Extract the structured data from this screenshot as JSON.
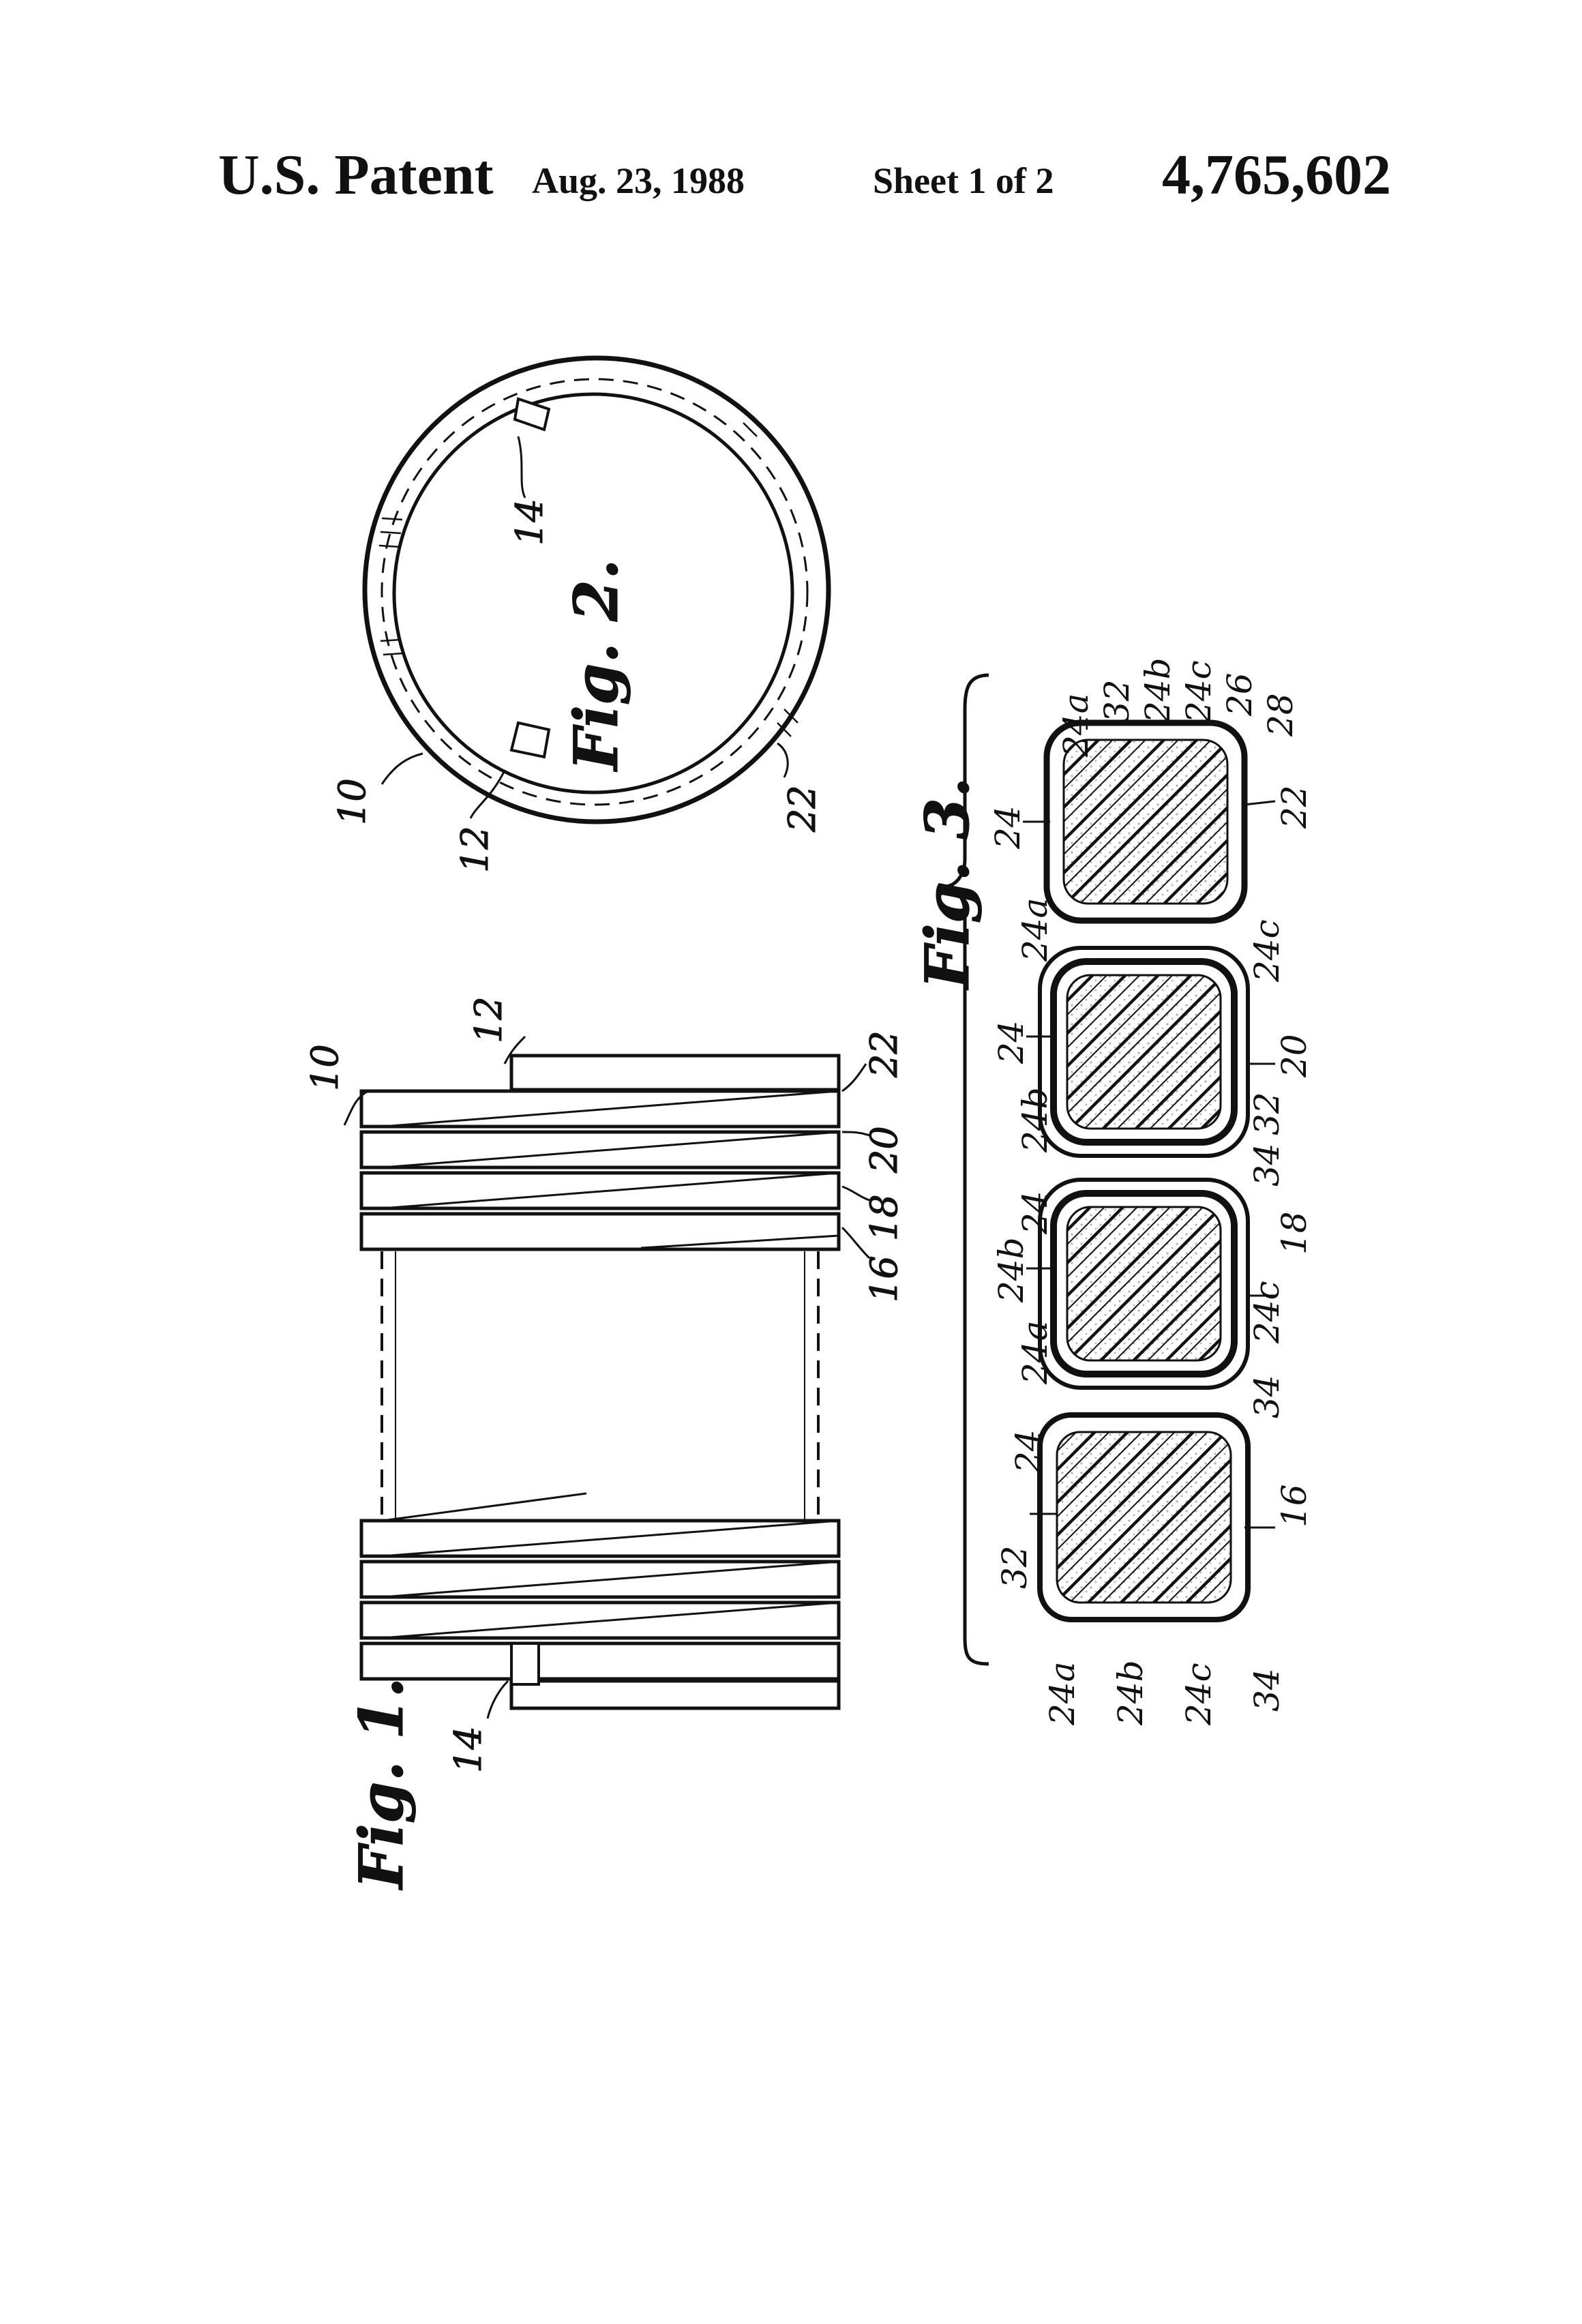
{
  "header": {
    "patent": "U.S. Patent",
    "date": "Aug. 23, 1988",
    "sheet": "Sheet 1 of 2",
    "number": "4,765,602"
  },
  "figures": {
    "fig1": {
      "title": "Fig. 1.",
      "labels": {
        "assembly": "10",
        "upper_end": "12",
        "lower_end": "14",
        "ring_16": "16",
        "ring_18": "18",
        "ring_20": "20",
        "ring_22": "22"
      }
    },
    "fig2": {
      "title": "Fig. 2.",
      "labels": {
        "assembly": "10",
        "end_12": "12",
        "end_14": "14",
        "ring_22": "22"
      }
    },
    "fig3": {
      "title": "Fig. 3.",
      "section_16": {
        "ring": "16",
        "core": "24",
        "tape": "32",
        "layer_a": "24a",
        "layer_b": "24b",
        "layer_c": "24c",
        "jacket": "34"
      },
      "section_18": {
        "ring": "18",
        "core": "24",
        "layer_a": "24a",
        "layer_b": "24b",
        "layer_c": "24c",
        "jacket": "34"
      },
      "section_20": {
        "ring": "20",
        "core": "24",
        "layer_a": "24a",
        "layer_b": "24b",
        "layer_c": "24c",
        "tape": "32",
        "jacket": "34"
      },
      "section_22": {
        "ring": "22",
        "core": "24",
        "layer_a": "24a",
        "tape": "32",
        "layer_b": "24b",
        "layer_c": "24c",
        "fill_26": "26",
        "fill_28": "28"
      }
    }
  },
  "colors": {
    "ink": "#111111",
    "paper": "#ffffff"
  }
}
